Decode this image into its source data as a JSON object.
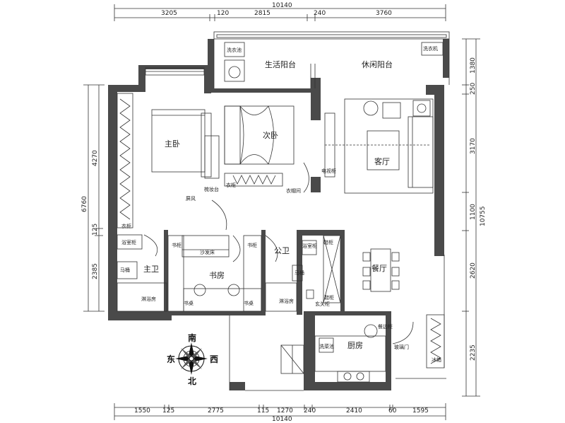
{
  "dimensions": {
    "top_total": "10140",
    "top": [
      "3205",
      "120",
      "2815",
      "240",
      "3760"
    ],
    "bottom_total": "10140",
    "bottom": [
      "1550",
      "125",
      "2775",
      "115",
      "1270",
      "240",
      "2410",
      "60",
      "1595"
    ],
    "left_total": "6760",
    "left": [
      "4270",
      "125",
      "2385"
    ],
    "right_total": "10755",
    "right": [
      "1380",
      "250",
      "3170",
      "1100",
      "2620",
      "2235"
    ]
  },
  "rooms": {
    "living_balcony": "生活阳台",
    "leisure_balcony": "休闲阳台",
    "master_bedroom": "主卧",
    "second_bedroom": "次卧",
    "living_room": "客厅",
    "master_bath": "主卫",
    "study": "书房",
    "public_bath": "公卫",
    "dining_room": "餐厅",
    "kitchen": "厨房"
  },
  "labels": {
    "washer": "洗衣池",
    "washer2": "洗衣机",
    "tv_cabinet": "电视柜",
    "cloakroom": "衣帽间",
    "desk": "梳妆台",
    "wardrobe": "衣柜",
    "wardrobe2": "衣柜",
    "screen": "屏风",
    "sofa_bed": "沙发床",
    "bookcase_left": "书柜",
    "bookcase_right": "书柜",
    "desk_left": "书桌",
    "desk_right": "书桌",
    "bath_cabinet_master": "浴室柜",
    "toilet_master": "马桶",
    "shower_master": "淋浴房",
    "bath_cabinet_public": "浴室柜",
    "toilet_public": "马桶",
    "shower_public": "淋浴房",
    "shoe_cabinet": "鞋柜",
    "side_cabinet": "餐边柜",
    "wash_basin": "洗菜池",
    "fridge": "冰箱",
    "glass_door": "玻璃门",
    "shoe_storage": "鞋柜",
    "entry_cabinet": "玄关柜"
  },
  "compass": {
    "north": "北",
    "south": "南",
    "east": "东",
    "west": "西"
  },
  "colors": {
    "wall": "#4a4a4a",
    "line": "#333333",
    "background": "#ffffff"
  }
}
